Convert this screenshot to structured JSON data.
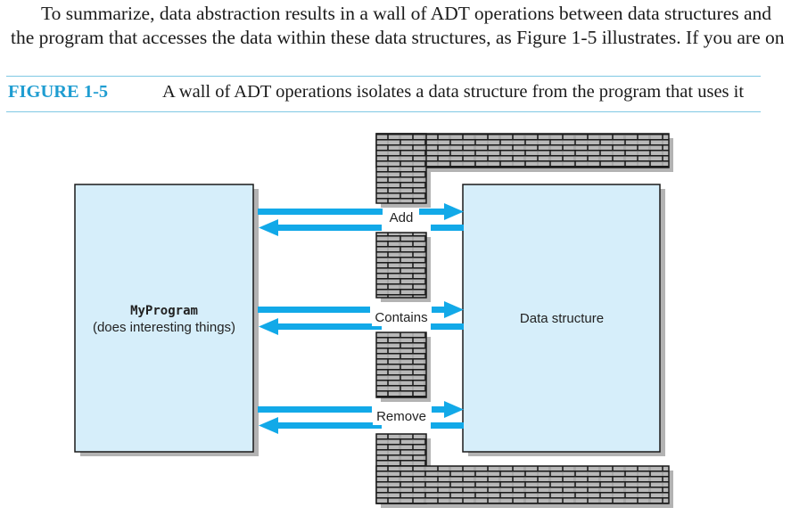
{
  "body_text": {
    "line1": "To summarize, data abstraction results in a wall of ADT operations between data structures and",
    "line2": "the program that accesses the data within these data structures, as Figure 1-5 illustrates. If you are on"
  },
  "figure": {
    "label": "FIGURE 1-5",
    "caption": "A wall of ADT operations isolates a data structure from the program that uses it"
  },
  "diagram": {
    "program_box": {
      "name": "MyProgram",
      "description": "(does interesting things)"
    },
    "data_box": {
      "label": "Data structure"
    },
    "operations": [
      "Add",
      "Contains",
      "Remove"
    ],
    "colors": {
      "arrow": "#12a9e8",
      "box_fill": "#d6eefa",
      "box_border": "#1a1a1a",
      "shadow": "#b3b3b3",
      "brick_fill": "#a8a8a8",
      "brick_mortar": "#1a1a1a",
      "rule": "#7fc8e3",
      "figure_label": "#1f9dd1"
    }
  }
}
